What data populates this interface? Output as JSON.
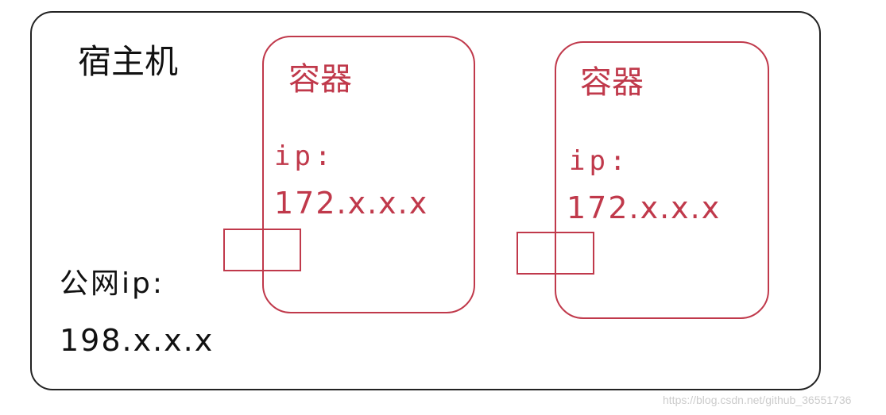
{
  "host": {
    "title": "宿主机",
    "public_ip_label": "公网ip:",
    "public_ip_value": "198.x.x.x"
  },
  "containers": [
    {
      "title": "容器",
      "ip_label": "ip:",
      "ip_value": "172.x.x.x"
    },
    {
      "title": "容器",
      "ip_label": "ip:",
      "ip_value": "172.x.x.x"
    }
  ],
  "watermark": "https://blog.csdn.net/github_36551736",
  "colors": {
    "host_border": "#222222",
    "container_accent": "#c0394b",
    "text_dark": "#111111"
  }
}
